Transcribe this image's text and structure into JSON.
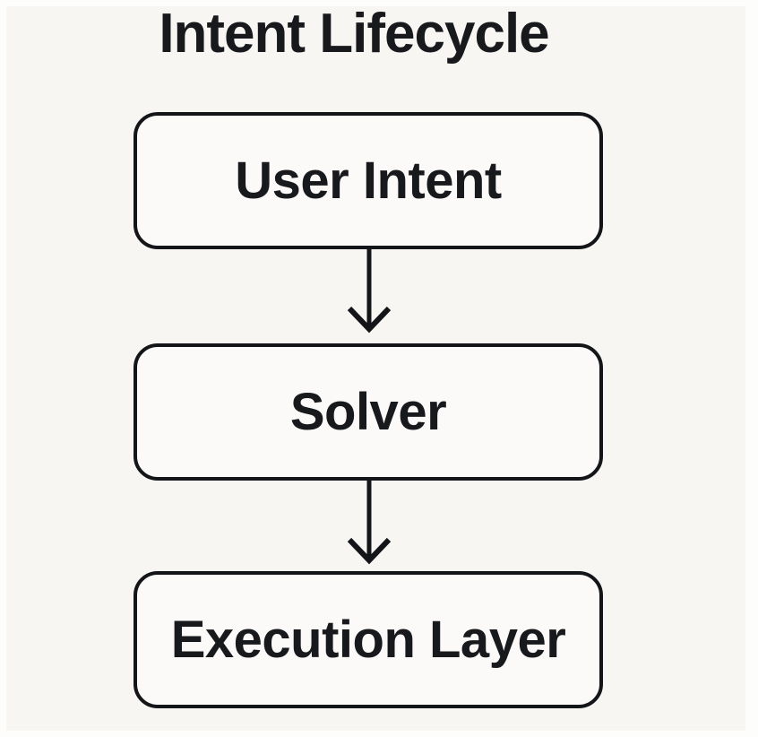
{
  "title": "Intent Lifecycle",
  "colors": {
    "background": "#f7f6f3",
    "node_fill": "#fbfaf8",
    "stroke": "#141518",
    "text": "#17191c"
  },
  "diagram": {
    "type": "flowchart",
    "direction": "top-down",
    "nodes": [
      {
        "id": "user-intent",
        "label": "User Intent"
      },
      {
        "id": "solver",
        "label": "Solver"
      },
      {
        "id": "execution-layer",
        "label": "Execution Layer"
      }
    ],
    "edges": [
      {
        "from": "user-intent",
        "to": "solver",
        "arrow": "down-chevron"
      },
      {
        "from": "solver",
        "to": "execution-layer",
        "arrow": "down-chevron"
      }
    ]
  }
}
